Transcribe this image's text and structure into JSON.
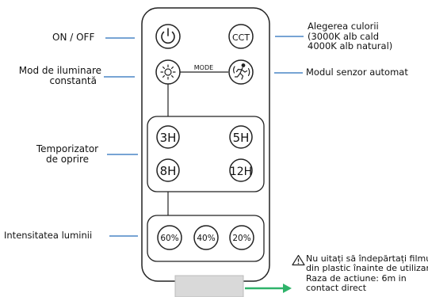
{
  "labels": {
    "on_off": "ON / OFF",
    "mode_constant_1": "Mod de iluminare",
    "mode_constant_2": "constantă",
    "timer_1": "Temporizator",
    "timer_2": "de oprire",
    "intensity": "Intensitatea luminii",
    "color_title": "Alegerea culorii",
    "color_warm": "(3000K alb cald",
    "color_natural": "4000K alb natural)",
    "sensor_mode": "Modul senzor automat"
  },
  "remote": {
    "cct": "CCT",
    "mode": "MODE",
    "timers": [
      "3H",
      "5H",
      "8H",
      "12H"
    ],
    "levels": [
      "60%",
      "40%",
      "20%"
    ]
  },
  "note": {
    "warning_icon": "warning-triangle-icon",
    "line1": "Nu uitați să îndepărtați filmul",
    "line2": "din plastic înainte de utilizare",
    "line3": "Raza de actiune: 6m in",
    "line4": "contact direct"
  },
  "colors": {
    "leader": "#4a86c5",
    "arrow": "#2fb36a",
    "tab": "#d9d9d9",
    "outline": "#222222"
  }
}
